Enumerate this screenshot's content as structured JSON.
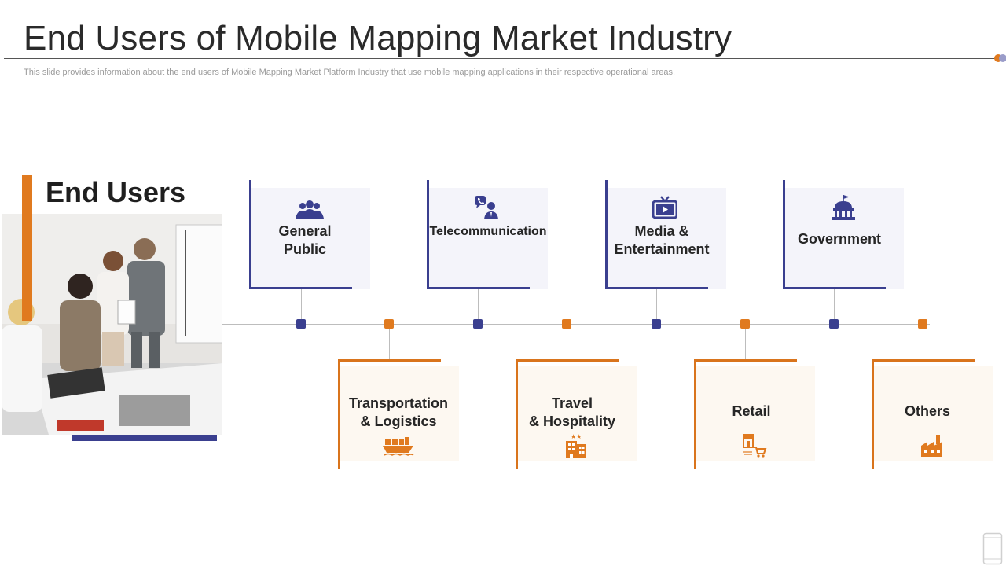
{
  "header": {
    "title": "End Users of Mobile Mapping Market Industry",
    "subtitle": "This slide provides information about the end users of Mobile Mapping Market Platform Industry that use mobile mapping applications in their respective operational areas."
  },
  "section": {
    "heading": "End Users"
  },
  "top_users": [
    {
      "line1": "General",
      "line2": "Public",
      "icon": "people-group-icon"
    },
    {
      "line1": "Telecommunication",
      "line2": "",
      "icon": "phone-support-icon"
    },
    {
      "line1": "Media &",
      "line2": "Entertainment",
      "icon": "tv-play-icon"
    },
    {
      "line1": "Government",
      "line2": "",
      "icon": "government-building-icon"
    }
  ],
  "bottom_users": [
    {
      "line1": "Transportation",
      "line2": "& Logistics",
      "icon": "cargo-ship-icon"
    },
    {
      "line1": "Travel",
      "line2": "& Hospitality",
      "icon": "hotel-icon"
    },
    {
      "line1": "Retail",
      "line2": "",
      "icon": "shop-cart-icon"
    },
    {
      "line1": "Others",
      "line2": "",
      "icon": "factory-icon"
    }
  ],
  "colors": {
    "navy": "#3A3F8F",
    "orange": "#E07A1F",
    "top_card_bg": "#F4F4FA",
    "bottom_card_bg": "#FDF8F1"
  }
}
